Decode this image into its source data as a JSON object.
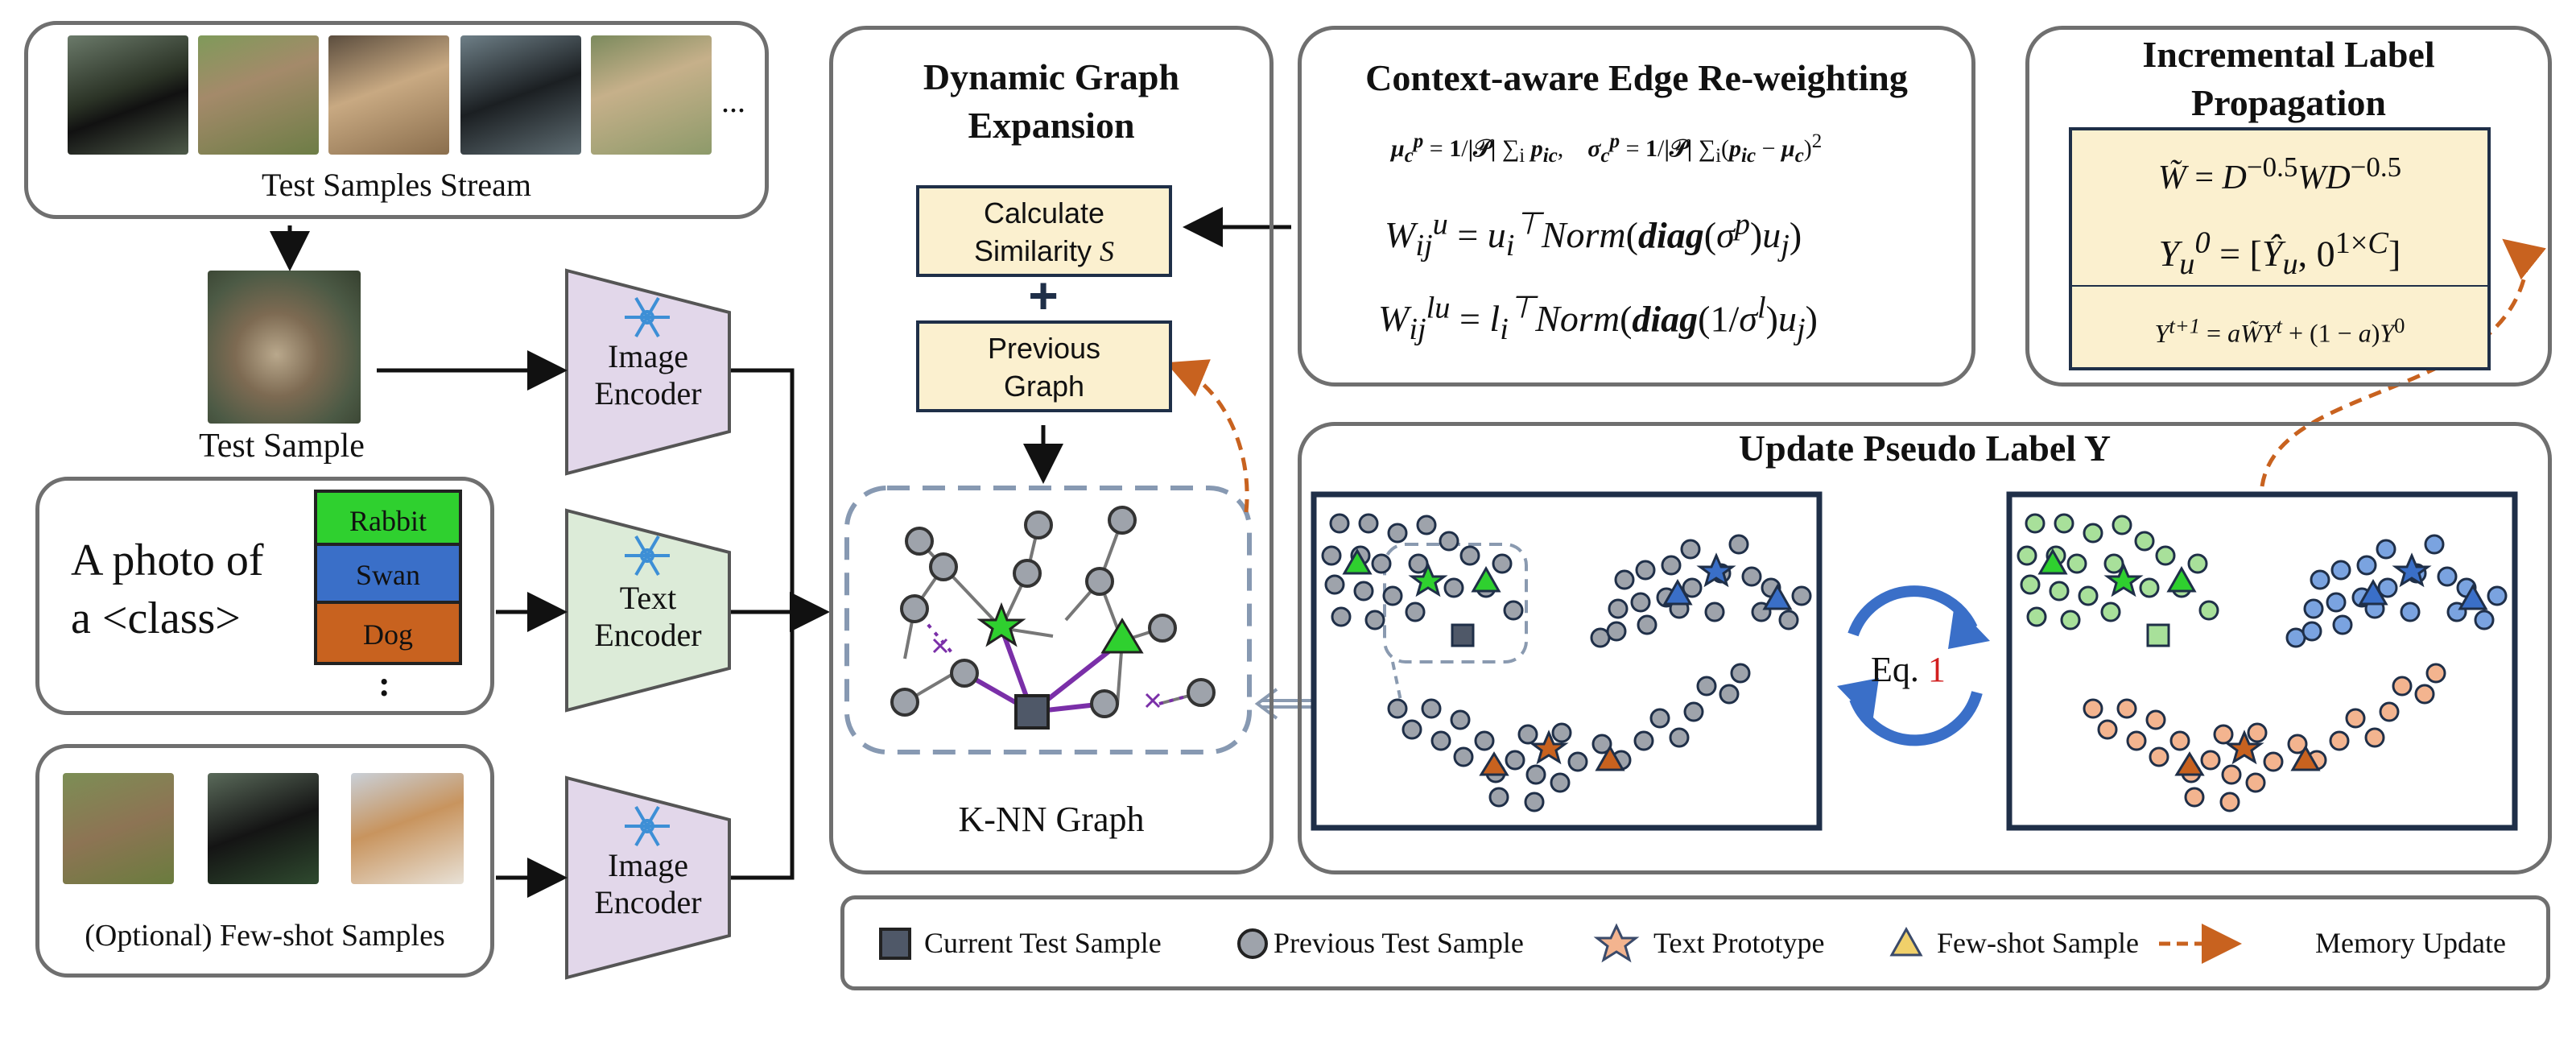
{
  "stream": {
    "caption": "Test Samples Stream",
    "ellipsis": "..."
  },
  "test_sample": {
    "caption": "Test Sample"
  },
  "prompt": {
    "text_line1": "A photo of",
    "text_line2": "a <class>",
    "classes": [
      "Rabbit",
      "Swan",
      "Dog"
    ],
    "more": ":"
  },
  "fewshot": {
    "caption": "(Optional) Few-shot Samples"
  },
  "encoders": {
    "image_top": [
      "Image",
      "Encoder"
    ],
    "text": [
      "Text",
      "Encoder"
    ],
    "image_bottom": [
      "Image",
      "Encoder"
    ]
  },
  "dge": {
    "title_line1": "Dynamic Graph",
    "title_line2": "Expansion",
    "calc_line1": "Calculate",
    "calc_line2": "Similarity",
    "calc_symbol": "S",
    "plus": "+",
    "prev_line1": "Previous",
    "prev_line2": "Graph",
    "knn_label": "K-NN Graph"
  },
  "cer": {
    "title": "Context-aware Edge Re-weighting"
  },
  "ilp": {
    "title_line1": "Incremental Label",
    "title_line2": "Propagation"
  },
  "update": {
    "title": "Update Pseudo Label Y",
    "eq_prefix": "Eq.",
    "eq_number": "1"
  },
  "legend": {
    "current": "Current Test Sample",
    "previous": "Previous Test Sample",
    "prototype": "Text Prototype",
    "fewshot": "Few-shot Sample",
    "memory": "Memory Update"
  },
  "colors": {
    "rabbit": "#2fd02f",
    "swan": "#3a6fc8",
    "dog": "#c8621f",
    "box_beige": "#fbf0cf",
    "memory_arrow": "#c8621f",
    "node_gray": "#9ea3ab"
  }
}
